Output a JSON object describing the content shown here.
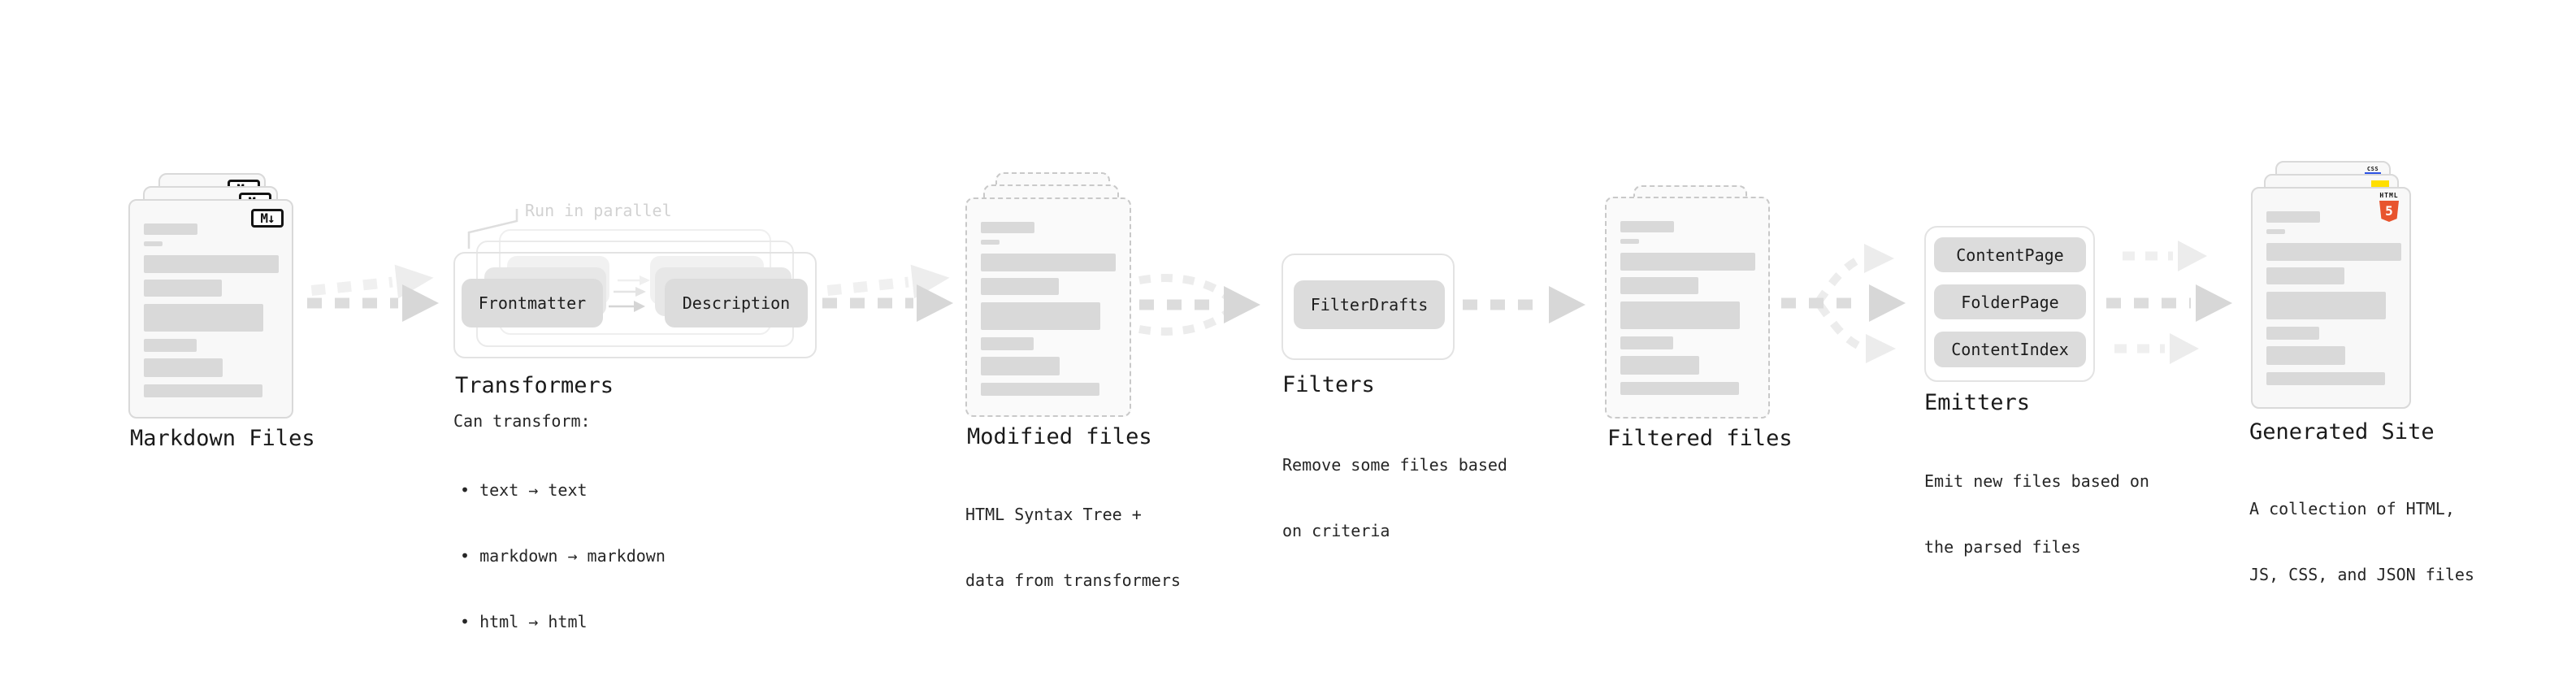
{
  "markdown": {
    "label": "Markdown Files",
    "badge": "M↓"
  },
  "transformers": {
    "annotation": "Run in parallel",
    "plugins": {
      "frontmatter": "Frontmatter",
      "description": "Description"
    },
    "label": "Transformers",
    "subtitle": "Can transform:",
    "bullets": {
      "b1": "• text → text",
      "b2": "• markdown → markdown",
      "b3": "• html → html"
    }
  },
  "modified_files": {
    "label": "Modified files",
    "desc1": "HTML Syntax Tree +",
    "desc2": "data from transformers"
  },
  "filters": {
    "plugin": "FilterDrafts",
    "label": "Filters",
    "desc1": "Remove some files based",
    "desc2": "on criteria"
  },
  "filtered_files": {
    "label": "Filtered files"
  },
  "emitters": {
    "plugins": {
      "p1": "ContentPage",
      "p2": "FolderPage",
      "p3": "ContentIndex"
    },
    "label": "Emitters",
    "desc1": "Emit new files based on",
    "desc2": "the parsed files"
  },
  "generated_site": {
    "label": "Generated Site",
    "desc1": "A collection of HTML,",
    "desc2": "JS, CSS, and JSON files",
    "badges": {
      "html_word": "HTML",
      "html_number": "5",
      "css": "CSS"
    }
  },
  "colors": {
    "html5_orange": "#e8542e",
    "js_yellow": "#ffdf00",
    "css_blue": "#2d53e5",
    "bar_gray": "#d9d9d9",
    "arrow_gray": "#d7d7d7"
  }
}
